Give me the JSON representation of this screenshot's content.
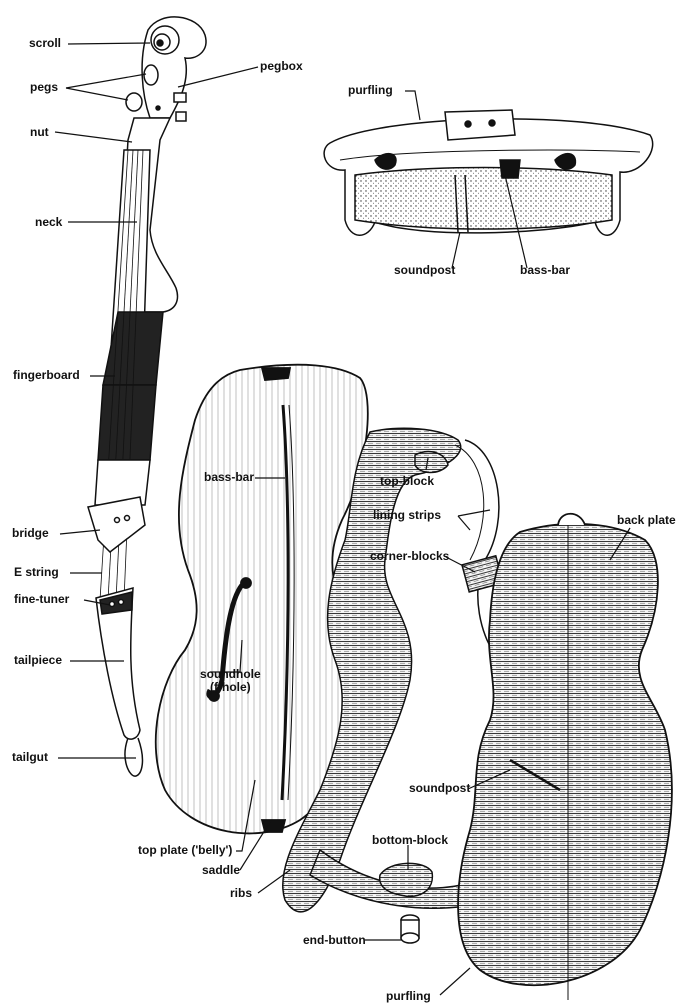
{
  "labels": {
    "scroll": "scroll",
    "pegs": "pegs",
    "pegbox": "pegbox",
    "nut": "nut",
    "neck": "neck",
    "fingerboard": "fingerboard",
    "bridge": "bridge",
    "e_string": "E string",
    "fine_tuner": "fine-tuner",
    "tailpiece": "tailpiece",
    "tailgut": "tailgut",
    "purfling_top": "purfling",
    "soundpost_top": "soundpost",
    "bass_bar_top": "bass-bar",
    "bass_bar": "bass-bar",
    "top_block": "top-block",
    "lining_strips": "lining strips",
    "back_plate": "back plate",
    "corner_blocks": "corner-blocks",
    "soundhole_line1": "soundhole",
    "soundhole_line2": "(f-hole)",
    "soundpost": "soundpost",
    "top_plate": "top plate ('belly')",
    "saddle": "saddle",
    "bottom_block": "bottom-block",
    "ribs": "ribs",
    "end_button": "end-button",
    "purfling_bottom": "purfling"
  }
}
